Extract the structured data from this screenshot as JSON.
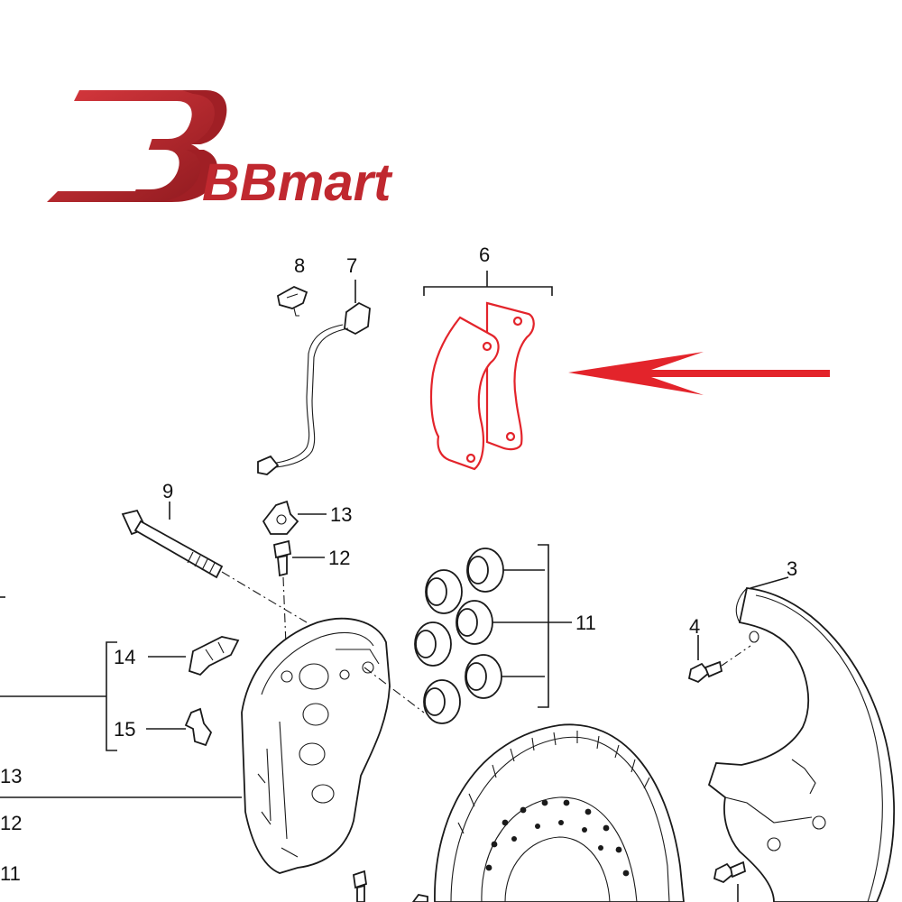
{
  "brand": {
    "name": "BBmart",
    "color": "#c0282f"
  },
  "highlight": {
    "color": "#e3242b",
    "target_part": "6"
  },
  "callouts": {
    "c6": "6",
    "c7": "7",
    "c8": "8",
    "c9": "9",
    "c13a": "13",
    "c12a": "12",
    "c11": "11",
    "c3": "3",
    "c4": "4",
    "c14": "14",
    "c15": "15",
    "c13b": "13",
    "c12b": "12",
    "c11b": "11"
  }
}
